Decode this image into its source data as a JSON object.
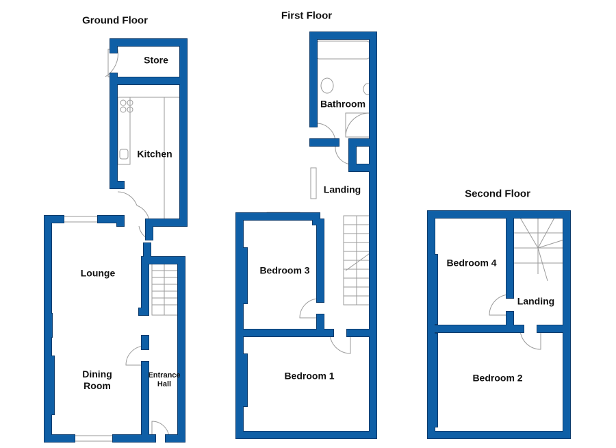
{
  "colors": {
    "wall": "#0f5fa6",
    "wall_outline": "#0b3a6b",
    "fixture": "#999999"
  },
  "floors": [
    {
      "title": "Ground Floor",
      "rooms": [
        "Store",
        "Kitchen",
        "Lounge",
        "Dining\nRoom",
        "Entrance\nHall"
      ]
    },
    {
      "title": "First Floor",
      "rooms": [
        "Bathroom",
        "Landing",
        "Bedroom 3",
        "Bedroom 1"
      ]
    },
    {
      "title": "Second Floor",
      "rooms": [
        "Bedroom 4",
        "Landing",
        "Bedroom 2"
      ]
    }
  ]
}
